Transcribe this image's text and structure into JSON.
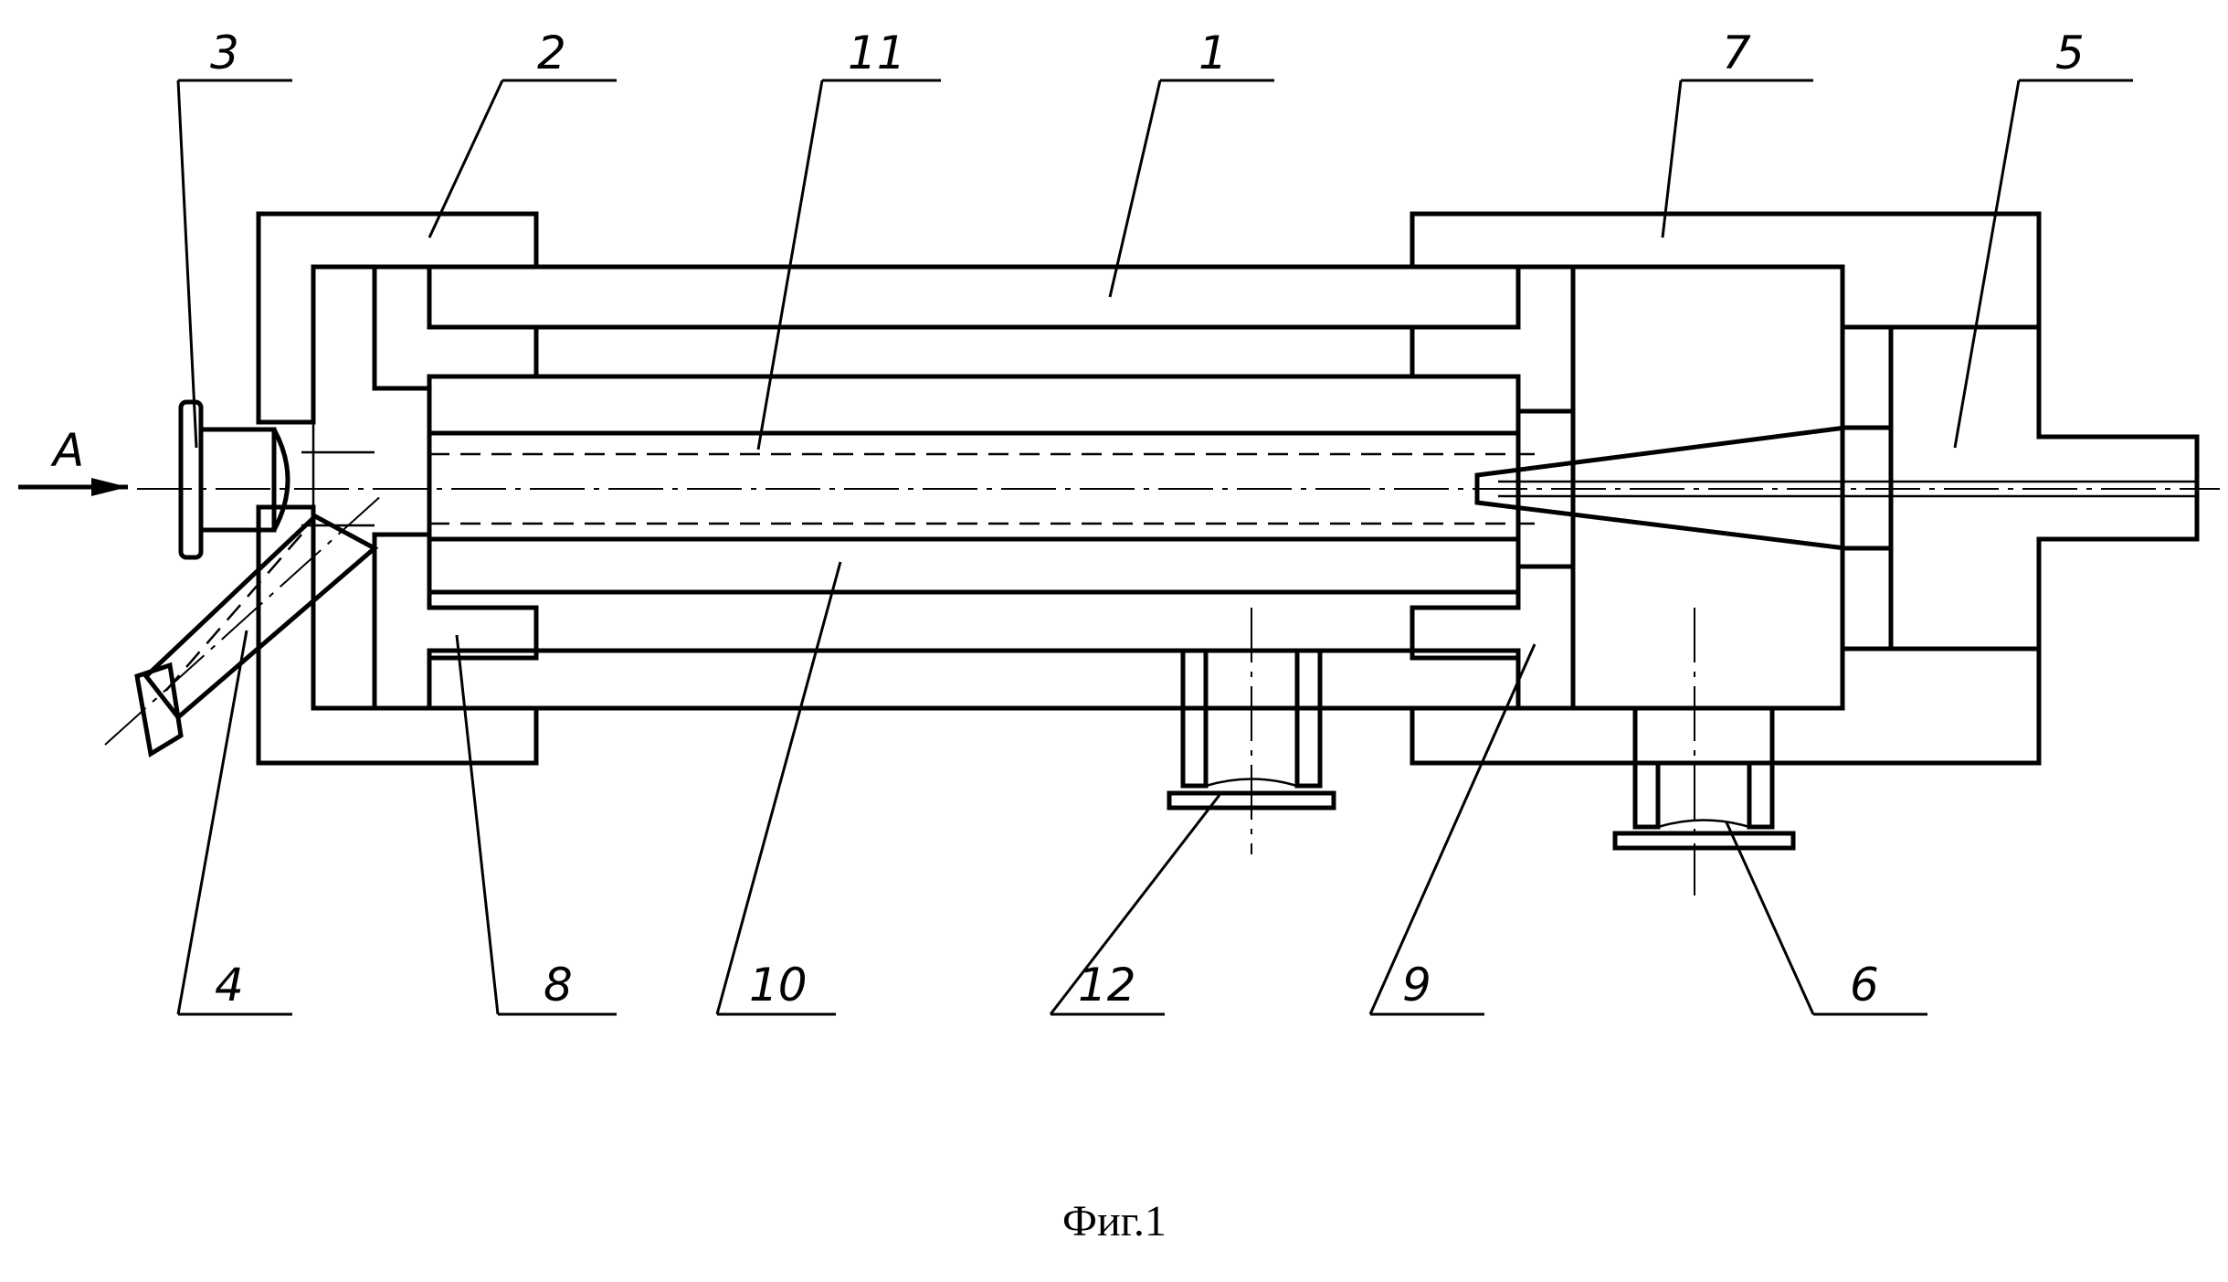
{
  "figure": {
    "caption": "Фиг.1",
    "flow_arrow_label": "А",
    "callouts": {
      "c1": "1",
      "c2": "2",
      "c3": "3",
      "c4": "4",
      "c5": "5",
      "c6": "6",
      "c7": "7",
      "c8": "8",
      "c9": "9",
      "c10": "10",
      "c11": "11",
      "c12": "12"
    }
  },
  "style": {
    "line_color": "#000000",
    "background": "#ffffff"
  }
}
